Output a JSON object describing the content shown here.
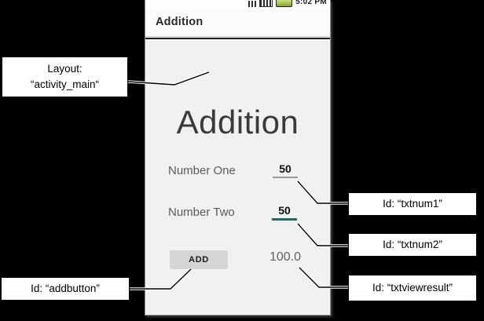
{
  "phone": {
    "status_bar": {
      "time": "5:02 PM"
    },
    "app_bar": {
      "title": "Addition"
    },
    "content": {
      "heading": "Addition",
      "row1_label": "Number One",
      "row1_value": "50",
      "row2_label": "Number Two",
      "row2_value": "50",
      "add_button_label": "ADD",
      "result_value": "100.0"
    }
  },
  "annotations": {
    "layout_box": {
      "line1": "Layout:",
      "line2": "“activity_main“"
    },
    "txtnum1_box": {
      "label": "Id: “txtnum1”"
    },
    "txtnum2_box": {
      "label": "Id: “txtnum2”"
    },
    "addbutton_box": {
      "label": "Id: “addbutton”"
    },
    "txtviewresult_box": {
      "label": "Id: “txtviewresult”"
    }
  },
  "colors": {
    "background": "#000000",
    "phone_background": "#f1f1f1",
    "focused_underline_teal": "#1d6b60",
    "idle_underline_gray": "#9a9a9a",
    "button_gray": "#d5d5d5",
    "battery_green": "#7fa51e",
    "callout_background": "#ffffff"
  }
}
